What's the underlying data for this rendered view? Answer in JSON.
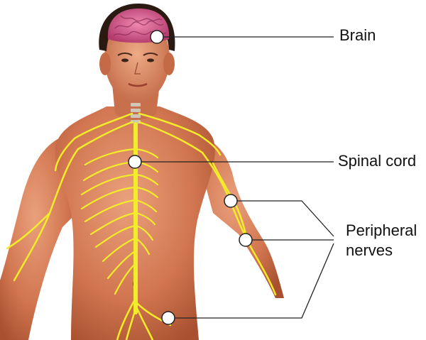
{
  "labels": {
    "brain": "Brain",
    "spinal_cord": "Spinal cord",
    "peripheral_line1": "Peripheral",
    "peripheral_line2": "nerves"
  },
  "colors": {
    "skin": "#d9805e",
    "skin_shadow": "#b85c3e",
    "hair": "#2a1a12",
    "brain": "#d45a8a",
    "nerve": "#f2ec2a",
    "callout_marker": "#ffffff",
    "leader_line": "#222222"
  }
}
